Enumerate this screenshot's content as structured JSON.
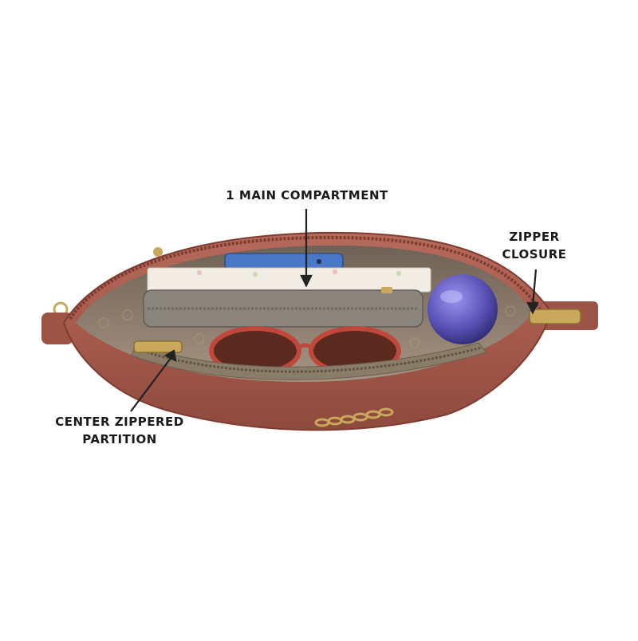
{
  "annotations": {
    "main_compartment": [
      "1 MAIN COMPARTMENT"
    ],
    "zipper_closure": [
      "ZIPPER",
      "CLOSURE"
    ],
    "center_partition": [
      "CENTER ZIPPERED",
      "PARTITION"
    ]
  },
  "colors": {
    "leather": "#a65a4c",
    "leather_dark": "#7e3c31",
    "lining": "#8d7b6b",
    "partition": "#8a857c",
    "zipper_metal": "#c9a85c",
    "bottle": "#5b54b8",
    "phone": "#4a78c9",
    "sunglasses": "#c0473b"
  }
}
